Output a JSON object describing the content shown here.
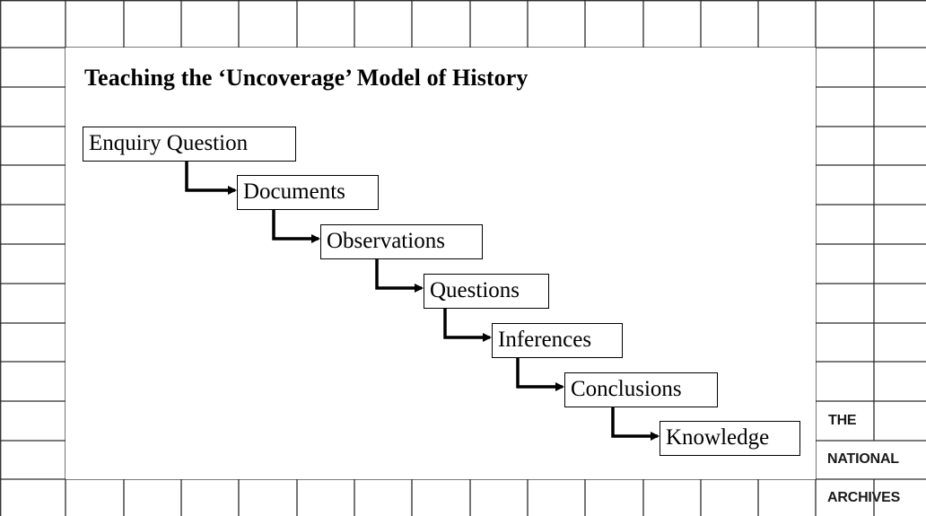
{
  "title": "Teaching the ‘Uncoverage’ Model of History",
  "steps": [
    "Enquiry Question",
    "Documents",
    "Observations",
    "Questions",
    "Inferences",
    "Conclusions",
    "Knowledge"
  ],
  "logo": {
    "line1": "THE",
    "line2": "NATIONAL",
    "line3": "ARCHIVES"
  },
  "colors": {
    "grid": "#2b2b2b",
    "text": "#000000",
    "background": "#ffffff"
  }
}
